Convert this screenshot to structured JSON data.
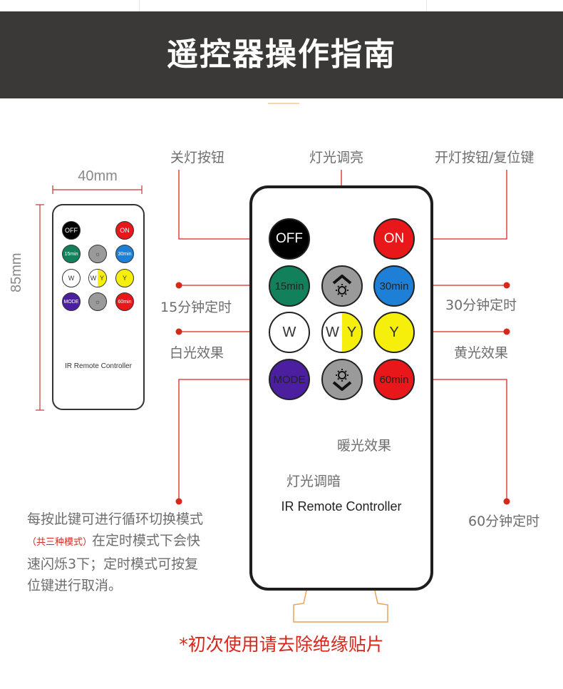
{
  "header": {
    "title": "遥控器操作指南"
  },
  "colors": {
    "banner": "#3a3938",
    "accent_red": "#d9261c",
    "yellow": "#f6ef0c",
    "blue": "#1e7fd6",
    "green": "#12805a",
    "purple": "#4b1fa0"
  },
  "dimensions": {
    "width": "40mm",
    "height": "85mm"
  },
  "small_remote": {
    "caption": "IR Remote Controller",
    "buttons": {
      "off": "OFF",
      "on": "ON",
      "b15": "15min",
      "b30": "30min",
      "w": "W",
      "wy_w": "W",
      "wy_y": "Y",
      "y": "Y",
      "mode": "MODE",
      "b60": "60min"
    }
  },
  "remote": {
    "caption": "IR Remote Controller",
    "buttons": {
      "off": "OFF",
      "on": "ON",
      "b15": "15min",
      "b30": "30min",
      "w": "W",
      "wy_w": "W",
      "wy_y": "Y",
      "y": "Y",
      "mode": "MODE",
      "b60": "60min"
    },
    "icons": [
      "brightness-up-icon",
      "brightness-down-icon"
    ]
  },
  "labels": {
    "off": "关灯按钮",
    "brighten": "灯光调亮",
    "on": "开灯按钮/复位键",
    "t15": "15分钟定时",
    "t30": "30分钟定时",
    "white": "白光效果",
    "yellow": "黄光效果",
    "warm": "暖光效果",
    "dim": "灯光调暗",
    "t60": "60分钟定时"
  },
  "note": {
    "line1": "每按此键可进行循环切换模式",
    "red": "（共三种模式）",
    "rest1": "在定时模式下会快",
    "line3": "速闪烁3下；定时模式可按复",
    "line4": "位键进行取消。"
  },
  "footer": {
    "text": "*初次使用请去除绝缘贴片"
  }
}
